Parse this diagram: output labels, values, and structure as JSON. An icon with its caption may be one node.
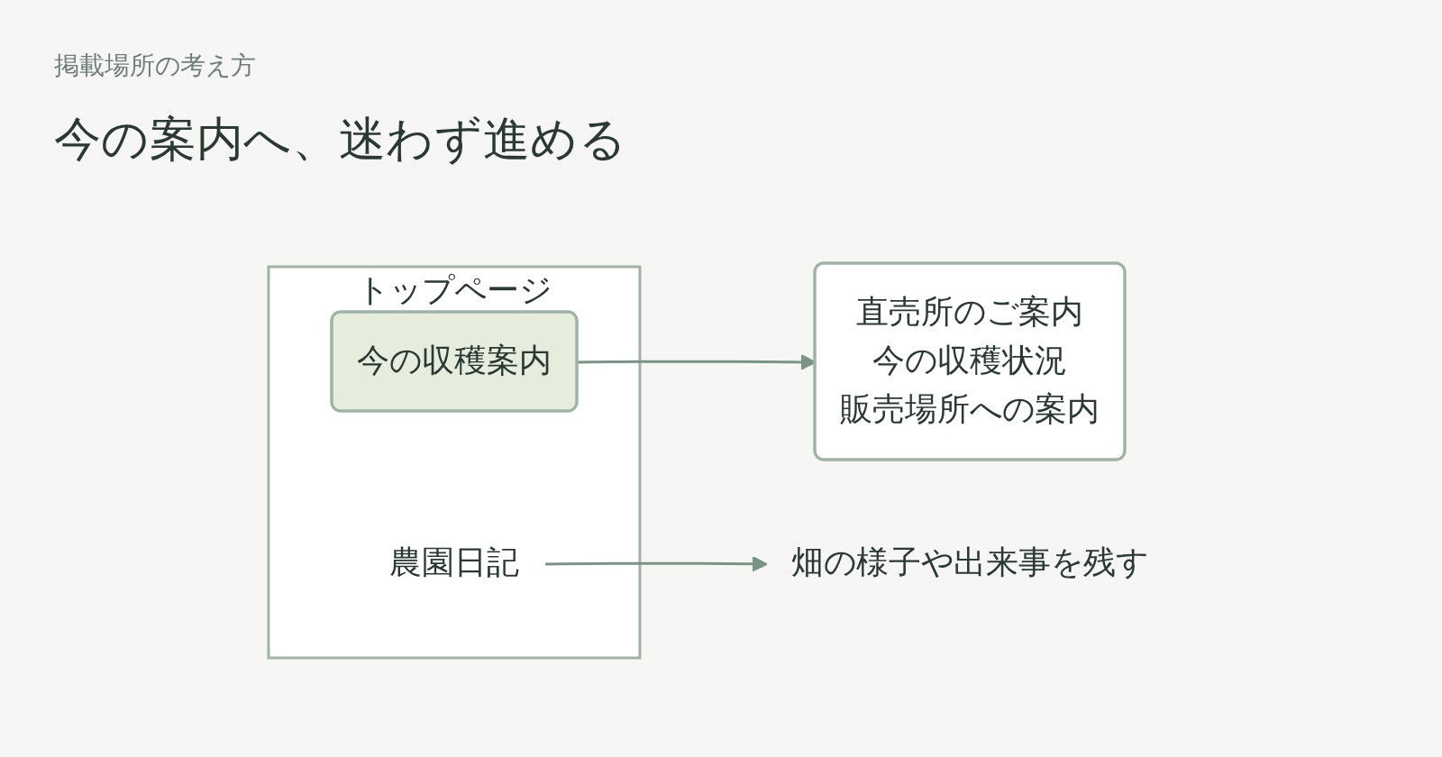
{
  "diagram": {
    "title": "今の案内へ、迷わず進める",
    "nodes": [
      {
        "text": [
          "トップページ"
        ]
      },
      {
        "text": [
          "今の収穫案内"
        ],
        "in": 0
      },
      {
        "text": [
          "農園日記"
        ],
        "in": 0
      },
      {
        "text": [
          "直売所のご案内",
          "今の収穫状況",
          "販売場所への案内"
        ]
      },
      {
        "text": [
          "畑の様子や出来事を残す"
        ]
      }
    ],
    "edges": [
      {
        "from": 1,
        "to": 3,
        "arrow": "to"
      },
      {
        "from": 2,
        "to": 4,
        "arrow": "to"
      }
    ],
    "labels": [
      "掲載場所の考え方"
    ]
  }
}
